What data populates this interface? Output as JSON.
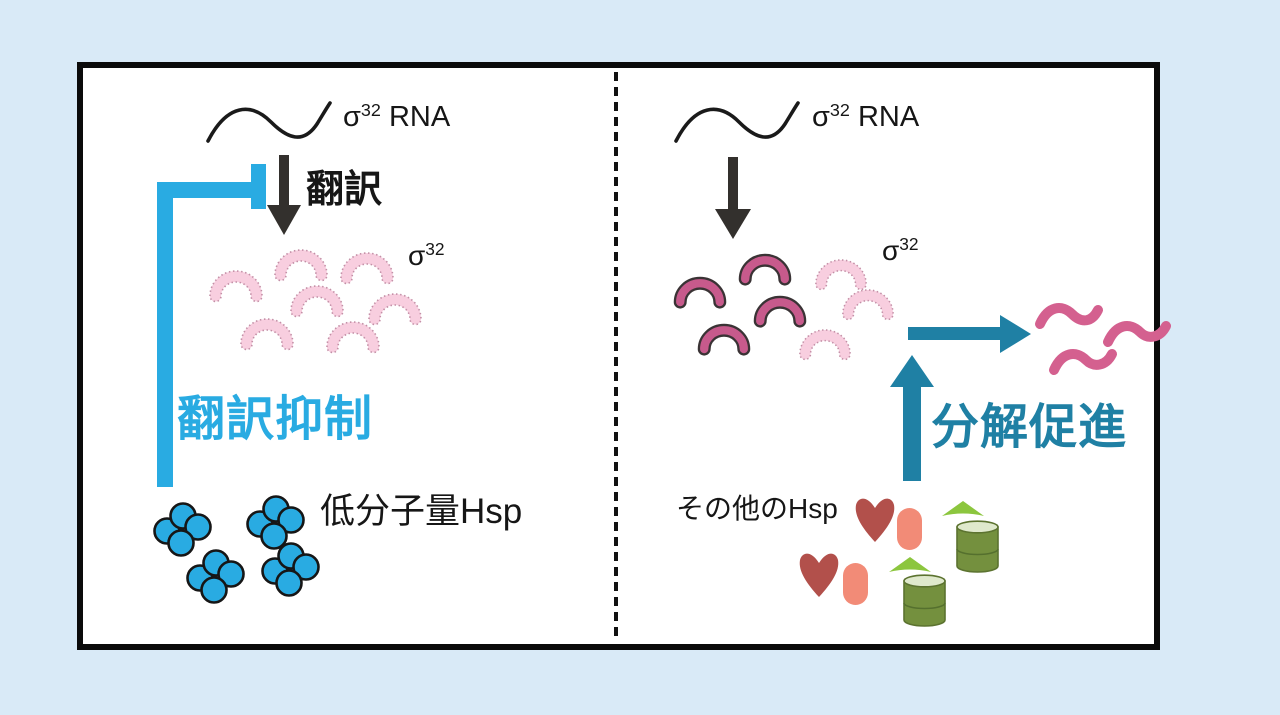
{
  "colors": {
    "page_bg": "#D9EAF7",
    "accent_blue": "#29ABE2",
    "accent_teal": "#1F80A4",
    "pink_light": "#F8CEDF",
    "pink_dotted_stroke": "#C38FA6",
    "magenta": "#C75A8C",
    "magenta_stroke": "#3A3335",
    "squiggle": "#D4608F",
    "heart_red": "#B2504B",
    "pill_salmon": "#F28B77",
    "cone_green": "#8CC63E",
    "cylinder_olive": "#74903E",
    "arrow_black": "#33302D"
  },
  "left_panel": {
    "rna_label": {
      "sigma": "σ",
      "sup": "32",
      "rest": " RNA"
    },
    "translation_label": "翻訳",
    "protein_label": {
      "sigma": "σ",
      "sup": "32"
    },
    "inhibition_label": "翻訳抑制",
    "hsp_label": "低分子量Hsp"
  },
  "right_panel": {
    "rna_label": {
      "sigma": "σ",
      "sup": "32",
      "rest": " RNA"
    },
    "protein_label": {
      "sigma": "σ",
      "sup": "32"
    },
    "degradation_label": "分解促進",
    "hsp_label": "その他のHsp"
  }
}
